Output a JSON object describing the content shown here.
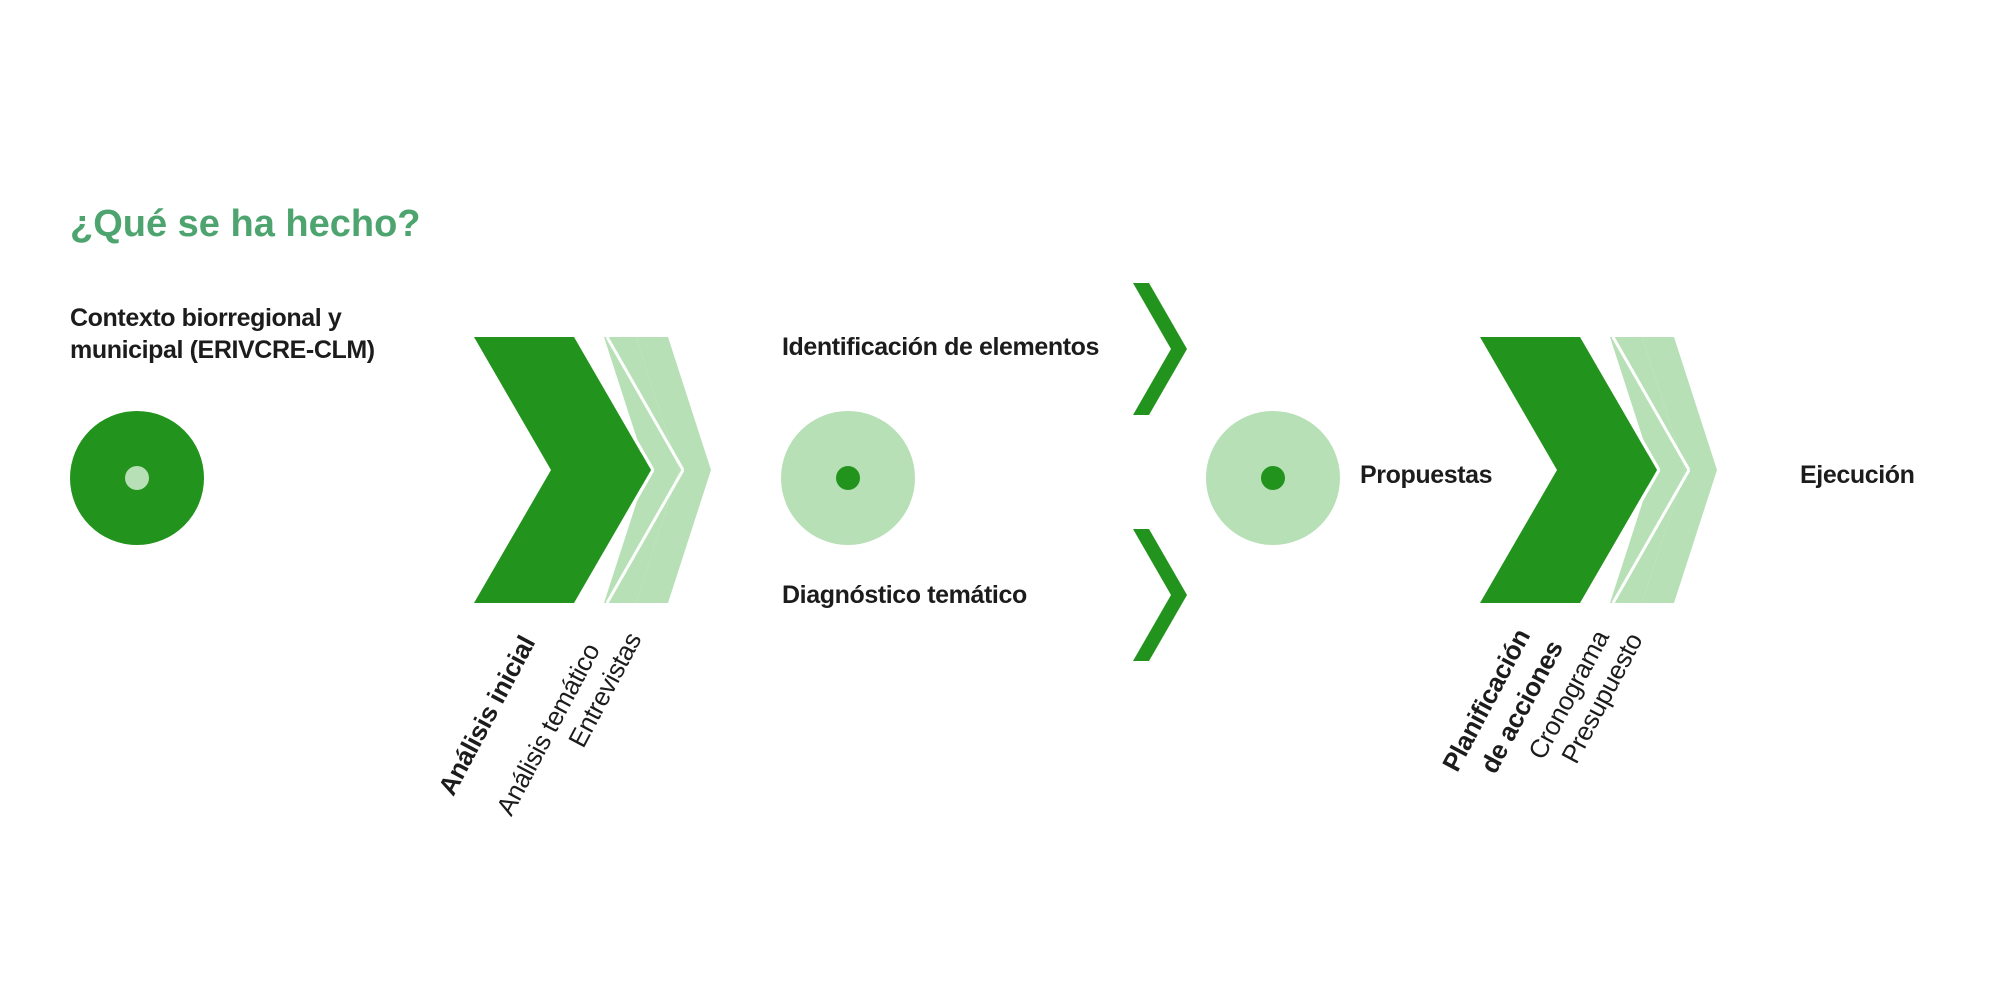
{
  "title": "¿Qué se ha hecho?",
  "colors": {
    "dark_green": "#22931c",
    "light_green": "#b7e0b7",
    "title_green": "#4ea46f",
    "text": "#1c1c1c"
  },
  "steps": {
    "context": {
      "line1": "Contexto biorregional y",
      "line2": "municipal (ERIVCRE-CLM)"
    },
    "identification": "Identificación de elementos",
    "diagnosis": "Diagnóstico temático",
    "proposals": "Propuestas",
    "execution": "Ejecución"
  },
  "phase1": {
    "heading": "Análisis  inicial",
    "items": [
      "Análisis  temático",
      "Entrevistas"
    ]
  },
  "phase2": {
    "heading_line1": "Planificación",
    "heading_line2": "de acciones",
    "items": [
      "Cronograma",
      "Presupuesto"
    ]
  }
}
